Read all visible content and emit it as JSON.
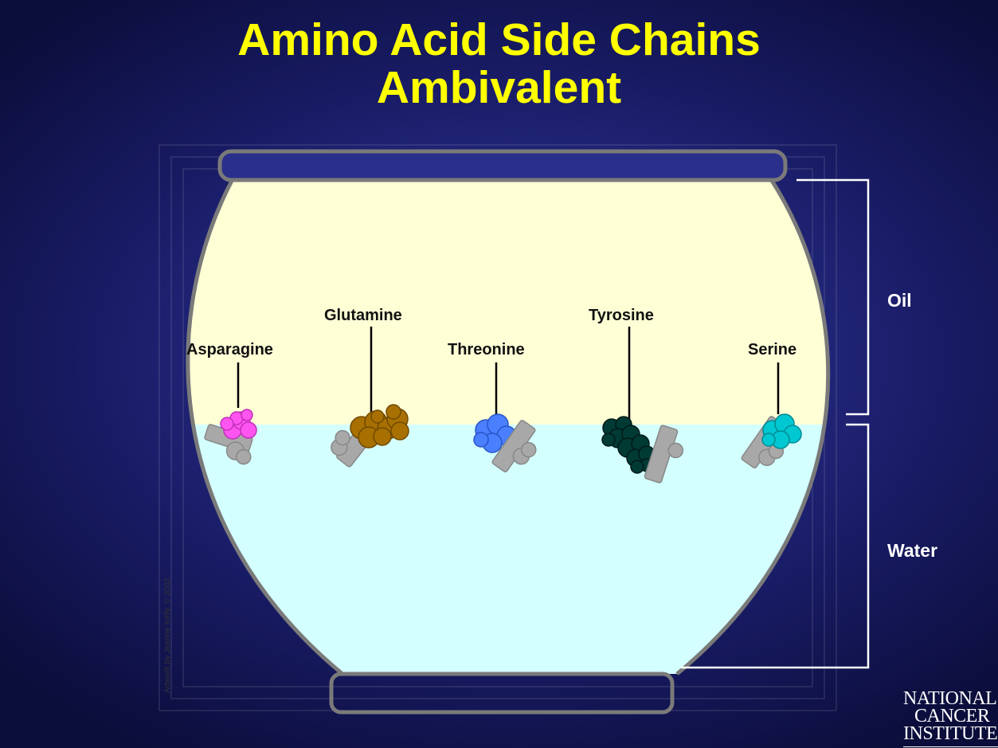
{
  "title": {
    "line1": "Amino Acid Side Chains",
    "line2": "Ambivalent"
  },
  "regions": {
    "oil": "Oil",
    "water": "Water"
  },
  "labels": {
    "asparagine": "Asparagine",
    "glutamine": "Glutamine",
    "threonine": "Threonine",
    "tyrosine": "Tyrosine",
    "serine": "Serine"
  },
  "credit": "Artwork by Jeanne Kelly. © 2002.",
  "logo": {
    "line1": "NATIONAL",
    "line2": "CANCER",
    "line3": "INSTITUTE"
  },
  "colors": {
    "title": "#ffff00",
    "oil": "#ffffd6",
    "water": "#d4ffff",
    "bowl_outline": "#7a7a7a",
    "backbone": "#a8a8a8",
    "asparagine": "#ff55f0",
    "glutamine": "#a87000",
    "threonine": "#4a7fff",
    "tyrosine": "#003a34",
    "serine": "#00c8d2"
  }
}
